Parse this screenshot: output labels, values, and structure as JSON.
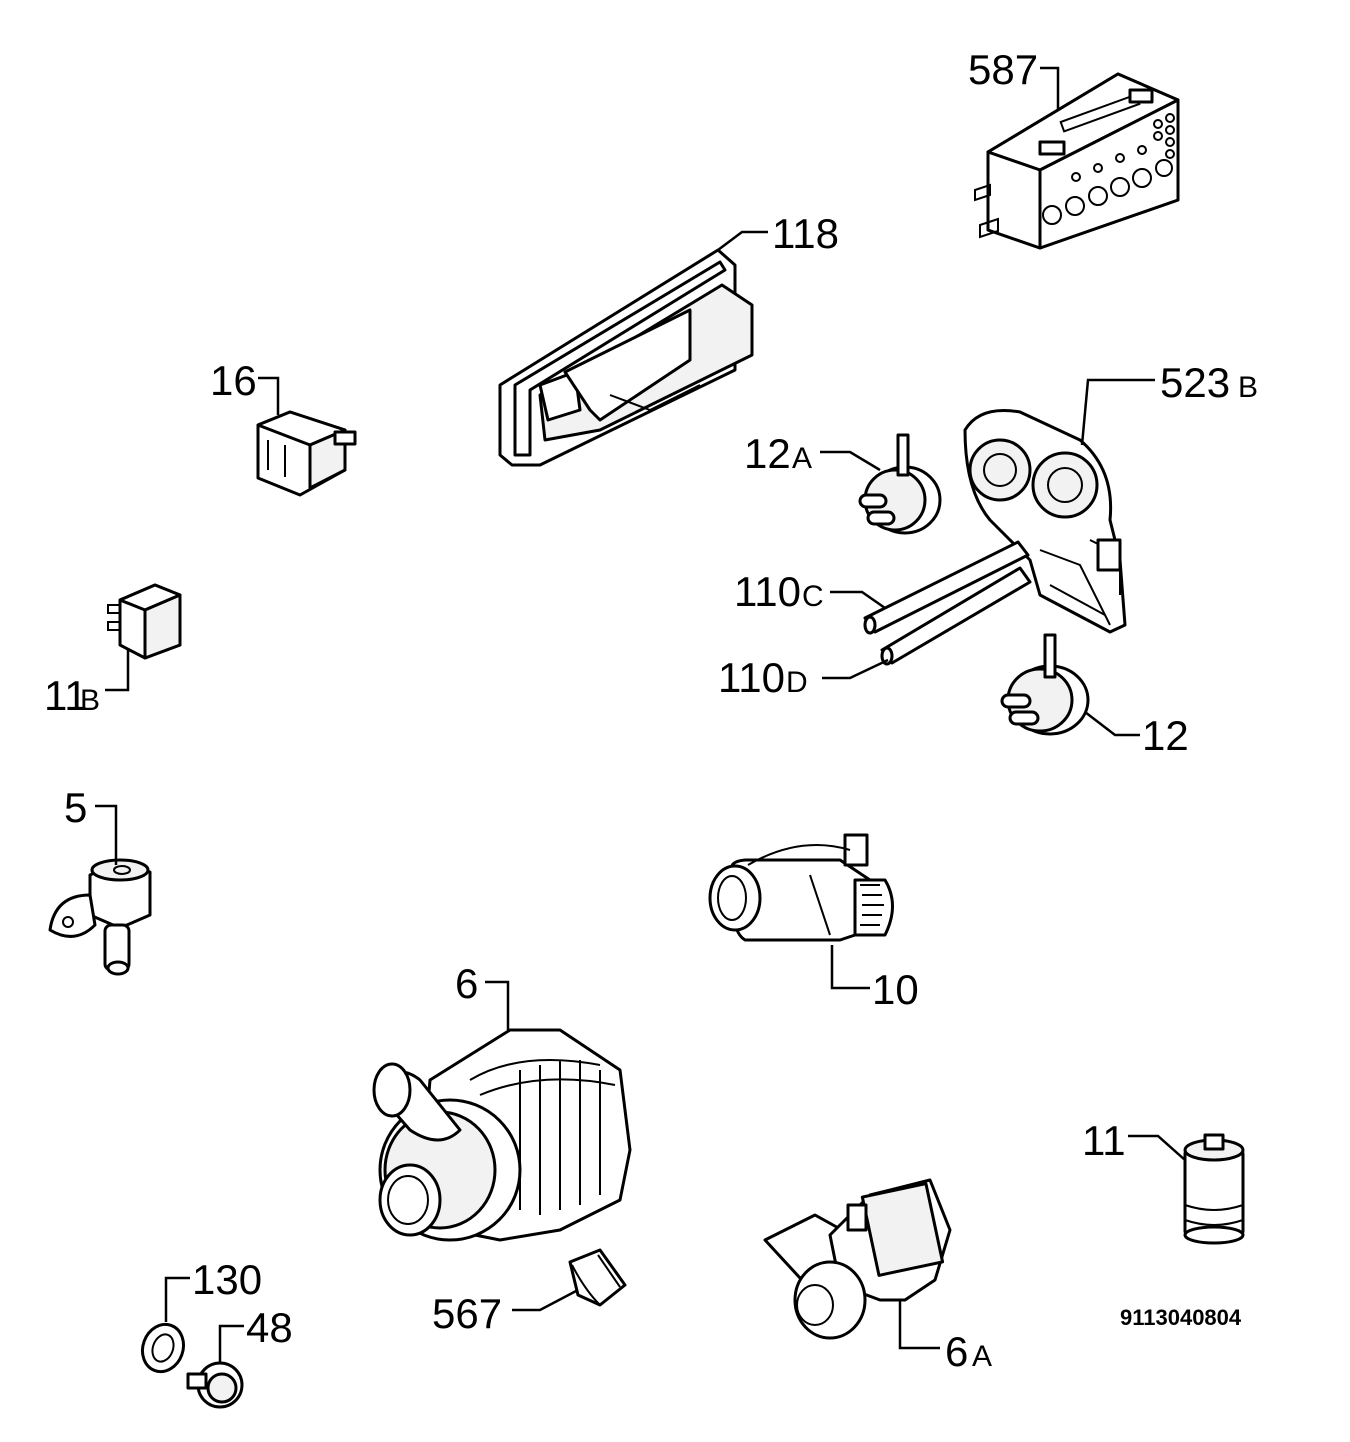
{
  "labels": {
    "l587": "587",
    "l118": "118",
    "l523": "523",
    "l523s": "B",
    "l16": "16",
    "l12a": "12",
    "l12as": "A",
    "l110c": "110",
    "l110cs": "C",
    "l110d": "110",
    "l110ds": "D",
    "l11b": "11",
    "l11bs": "B",
    "l12": "12",
    "l5": "5",
    "l10": "10",
    "l6": "6",
    "l11": "11",
    "l130": "130",
    "l48": "48",
    "l567": "567",
    "l6a": "6",
    "l6as": "A"
  },
  "drawing_code": "9113040804"
}
